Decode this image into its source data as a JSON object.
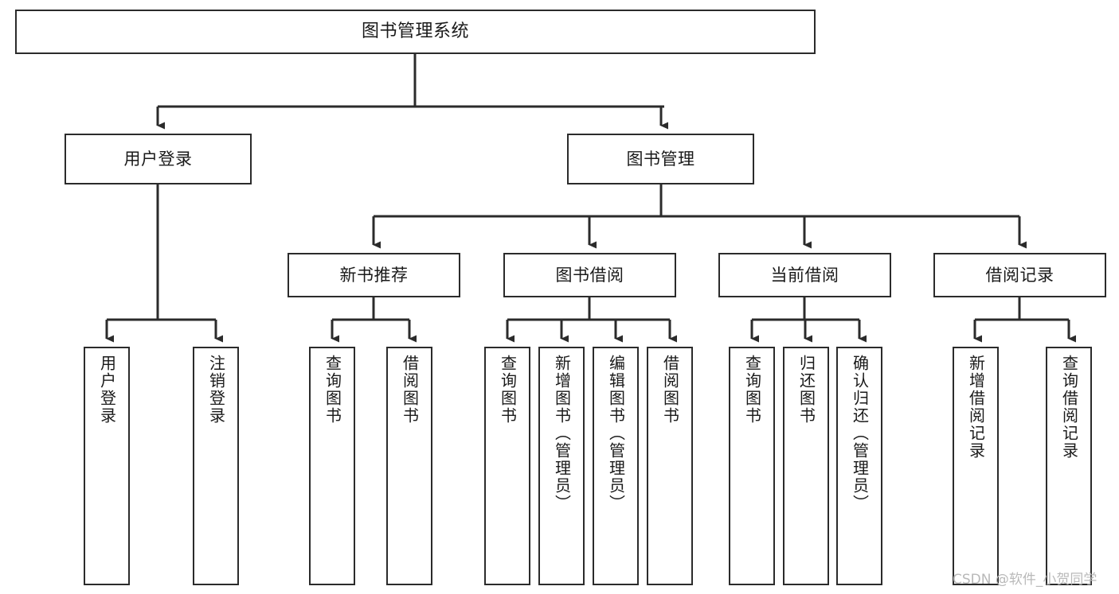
{
  "diagram": {
    "type": "tree-hierarchy-chart",
    "title": "图书管理系统",
    "watermark": "CSDN @软件_小贺同学",
    "colors": {
      "stroke": "#2b2b2b",
      "fill": "#ffffff",
      "text": "#1a1a1a",
      "watermark": "#b9b9b9"
    },
    "levels": [
      {
        "level": 1,
        "nodes": [
          {
            "id": "root",
            "label": "图书管理系统",
            "orientation": "horizontal"
          }
        ]
      },
      {
        "level": 2,
        "nodes": [
          {
            "id": "user-login",
            "label": "用户登录",
            "orientation": "horizontal",
            "parent": "root"
          },
          {
            "id": "book-manage",
            "label": "图书管理",
            "orientation": "horizontal",
            "parent": "root"
          }
        ]
      },
      {
        "level": 3,
        "nodes": [
          {
            "id": "new-book-rec",
            "label": "新书推荐",
            "orientation": "horizontal",
            "parent": "book-manage"
          },
          {
            "id": "book-borrow",
            "label": "图书借阅",
            "orientation": "horizontal",
            "parent": "book-manage"
          },
          {
            "id": "current-borrow",
            "label": "当前借阅",
            "orientation": "horizontal",
            "parent": "book-manage"
          },
          {
            "id": "borrow-record",
            "label": "借阅记录",
            "orientation": "horizontal",
            "parent": "book-manage"
          }
        ]
      },
      {
        "level": 4,
        "nodes": [
          {
            "id": "leaf-user-login",
            "label": "用户登录",
            "orientation": "vertical",
            "parent": "user-login"
          },
          {
            "id": "leaf-logout",
            "label": "注销登录",
            "orientation": "vertical",
            "parent": "user-login"
          },
          {
            "id": "leaf-query-book-1",
            "label": "查询图书",
            "orientation": "vertical",
            "parent": "new-book-rec"
          },
          {
            "id": "leaf-borrow-book-1",
            "label": "借阅图书",
            "orientation": "vertical",
            "parent": "new-book-rec"
          },
          {
            "id": "leaf-query-book-2",
            "label": "查询图书",
            "orientation": "vertical",
            "parent": "book-borrow"
          },
          {
            "id": "leaf-add-book",
            "label": "新增图书（管理员）",
            "orientation": "vertical",
            "parent": "book-borrow"
          },
          {
            "id": "leaf-edit-book",
            "label": "编辑图书（管理员）",
            "orientation": "vertical",
            "parent": "book-borrow"
          },
          {
            "id": "leaf-borrow-book-2",
            "label": "借阅图书",
            "orientation": "vertical",
            "parent": "book-borrow"
          },
          {
            "id": "leaf-query-book-3",
            "label": "查询图书",
            "orientation": "vertical",
            "parent": "current-borrow"
          },
          {
            "id": "leaf-return-book",
            "label": "归还图书",
            "orientation": "vertical",
            "parent": "current-borrow"
          },
          {
            "id": "leaf-confirm-return",
            "label": "确认归还（管理员）",
            "orientation": "vertical",
            "parent": "current-borrow"
          },
          {
            "id": "leaf-add-record",
            "label": "新增借阅记录",
            "orientation": "vertical",
            "parent": "borrow-record"
          },
          {
            "id": "leaf-query-record",
            "label": "查询借阅记录",
            "orientation": "vertical",
            "parent": "borrow-record"
          }
        ]
      }
    ]
  }
}
